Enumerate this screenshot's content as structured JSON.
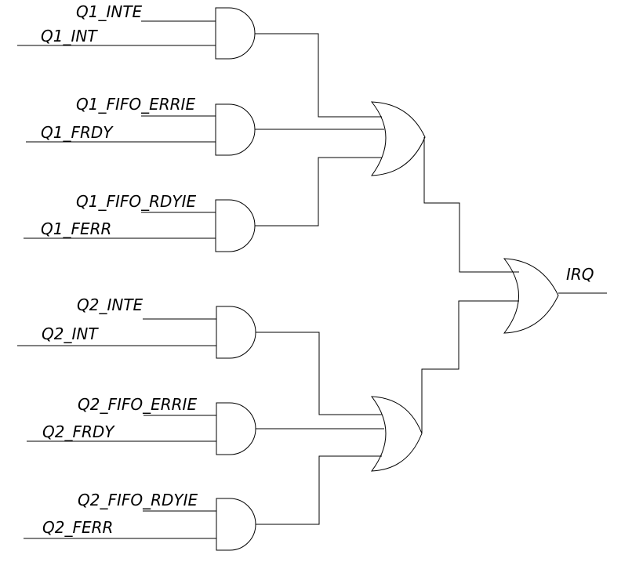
{
  "colors": {
    "background": "#ffffff",
    "line": "#000000"
  },
  "inputs": {
    "q1_inte": "Q1_INTE",
    "q1_int": "Q1_INT",
    "q1_fifo_errie": "Q1_FIFO_ERRIE",
    "q1_frdy": "Q1_FRDY",
    "q1_fifo_rdyie": "Q1_FIFO_RDYIE",
    "q1_ferr": "Q1_FERR",
    "q2_inte": "Q2_INTE",
    "q2_int": "Q2_INT",
    "q2_fifo_errie": "Q2_FIFO_ERRIE",
    "q2_frdy": "Q2_FRDY",
    "q2_fifo_rdyie": "Q2_FIFO_RDYIE",
    "q2_ferr": "Q2_FERR"
  },
  "output": {
    "irq": "IRQ"
  }
}
